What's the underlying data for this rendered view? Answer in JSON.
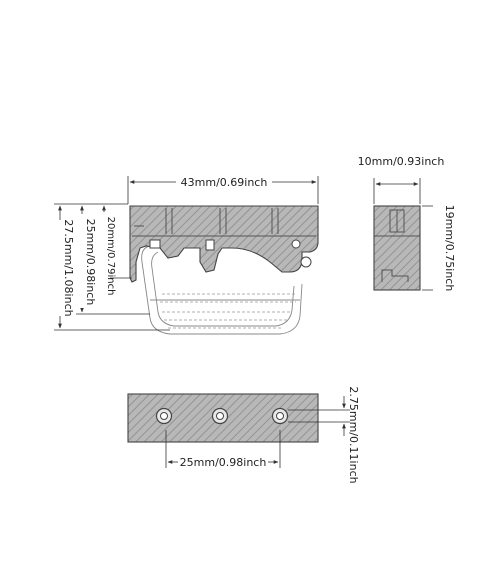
{
  "dimensions": {
    "width_side": "43mm/0.69inch",
    "height_20": "20mm/0.79inch",
    "height_25": "25mm/0.98inch",
    "height_27_5": "27.5mm/1.08inch",
    "width_end": "10mm/0.93inch",
    "height_end": "19mm/0.75inch",
    "hole_diameter": "2.75mm/0.11inch",
    "hole_spacing": "25mm/0.98inch"
  }
}
